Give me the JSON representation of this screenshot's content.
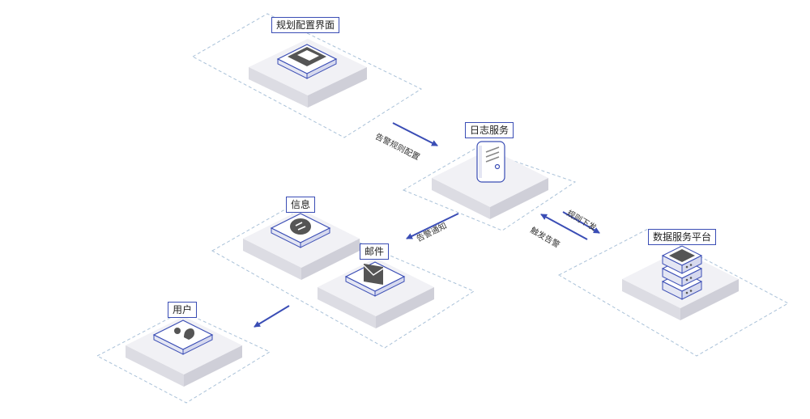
{
  "nodes": {
    "planning_ui": "规划配置界面",
    "log_service": "日志服务",
    "message": "信息",
    "email": "邮件",
    "user": "用户",
    "data_platform": "数据服务平台"
  },
  "edges": {
    "alert_rule_config": "告警规则配置",
    "alert_notify": "告警通知",
    "rule_dispatch": "规则下发",
    "trigger_alert": "触发告警"
  },
  "colors": {
    "accent": "#3a4db5",
    "dashed_outline": "#a9c1d8",
    "block_top": "#f1f1f5",
    "block_left": "#dcdce3",
    "block_right": "#cfcfd8"
  }
}
